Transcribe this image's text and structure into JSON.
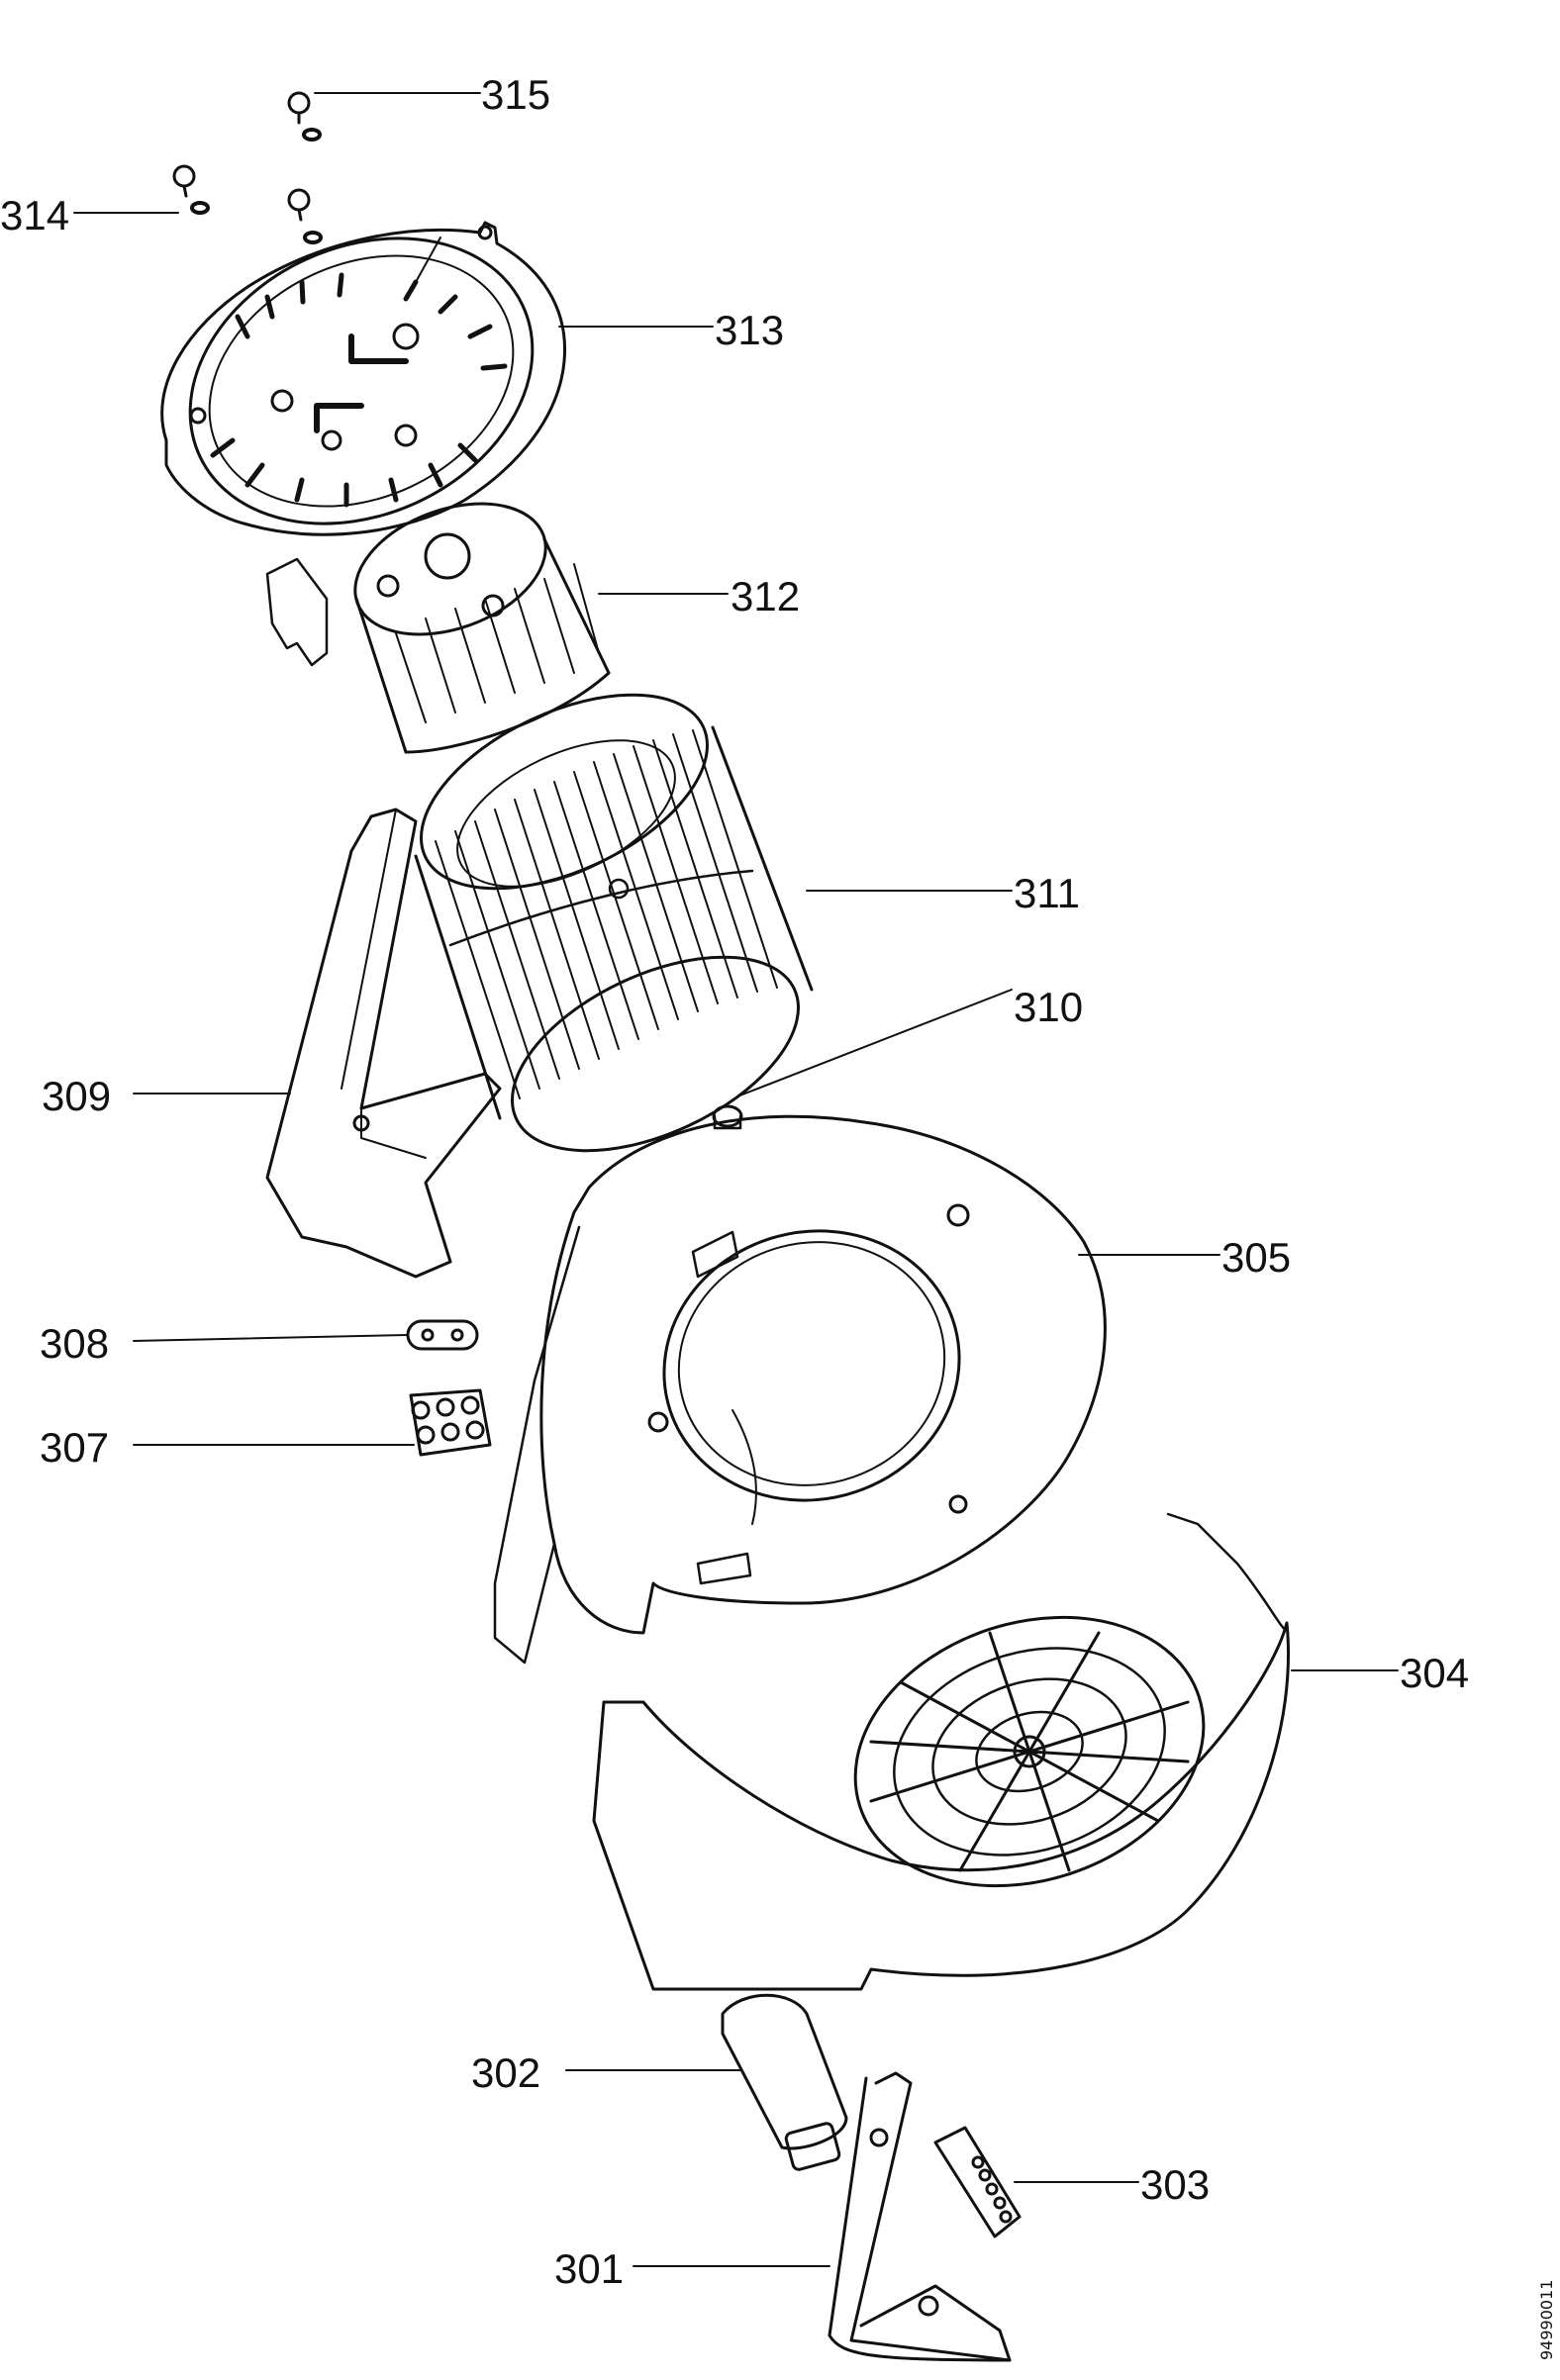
{
  "diagram": {
    "callouts": [
      {
        "id": "315",
        "label": "315"
      },
      {
        "id": "314",
        "label": "314"
      },
      {
        "id": "313",
        "label": "313"
      },
      {
        "id": "312",
        "label": "312"
      },
      {
        "id": "311",
        "label": "311"
      },
      {
        "id": "310",
        "label": "310"
      },
      {
        "id": "309",
        "label": "309"
      },
      {
        "id": "305",
        "label": "305"
      },
      {
        "id": "308",
        "label": "308"
      },
      {
        "id": "307",
        "label": "307"
      },
      {
        "id": "304",
        "label": "304"
      },
      {
        "id": "302",
        "label": "302"
      },
      {
        "id": "303",
        "label": "303"
      },
      {
        "id": "301",
        "label": "301"
      }
    ],
    "document_code": "94990011"
  },
  "colors": {
    "ink": "#111111",
    "paper": "#ffffff",
    "hatch": "#222222"
  }
}
